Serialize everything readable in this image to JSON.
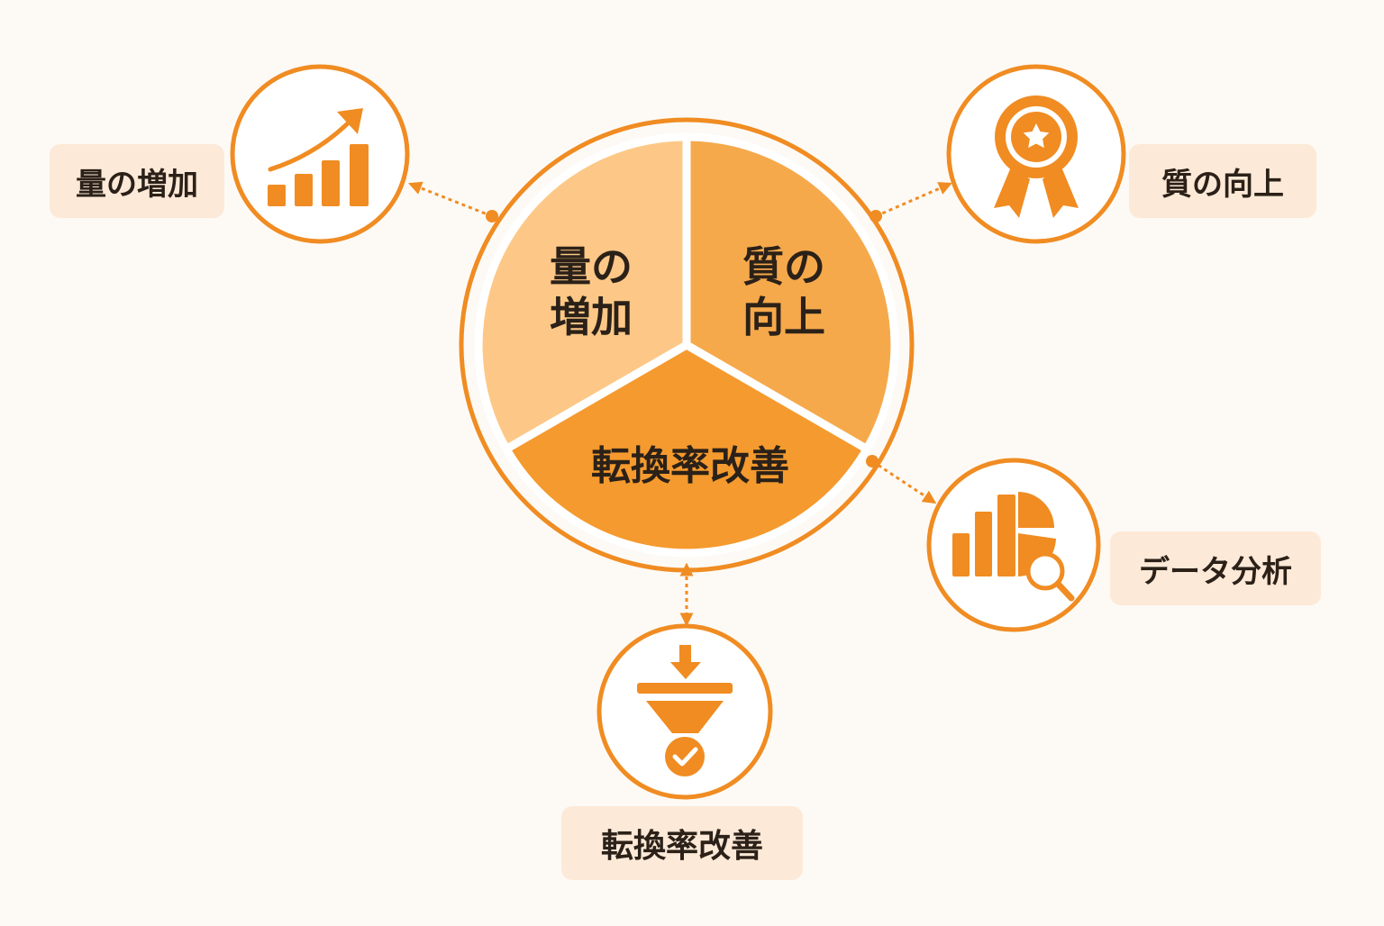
{
  "center": {
    "segments": [
      {
        "line1": "量の",
        "line2": "増加",
        "color": "#fdc887"
      },
      {
        "line1": "質の",
        "line2": "向上",
        "color": "#f6a94b"
      },
      {
        "line1": "転換率改善",
        "color": "#f59a2e"
      }
    ]
  },
  "nodes": [
    {
      "label": "量の増加",
      "icon": "growth-chart-icon"
    },
    {
      "label": "質の向上",
      "icon": "award-ribbon-icon"
    },
    {
      "label": "データ分析",
      "icon": "data-analysis-icon"
    },
    {
      "label": "転換率改善",
      "icon": "conversion-funnel-icon"
    }
  ],
  "colors": {
    "accent": "#f08c22",
    "background": "#fdfaf6",
    "label_bg": "#fde9d7",
    "text": "#2b2118"
  }
}
